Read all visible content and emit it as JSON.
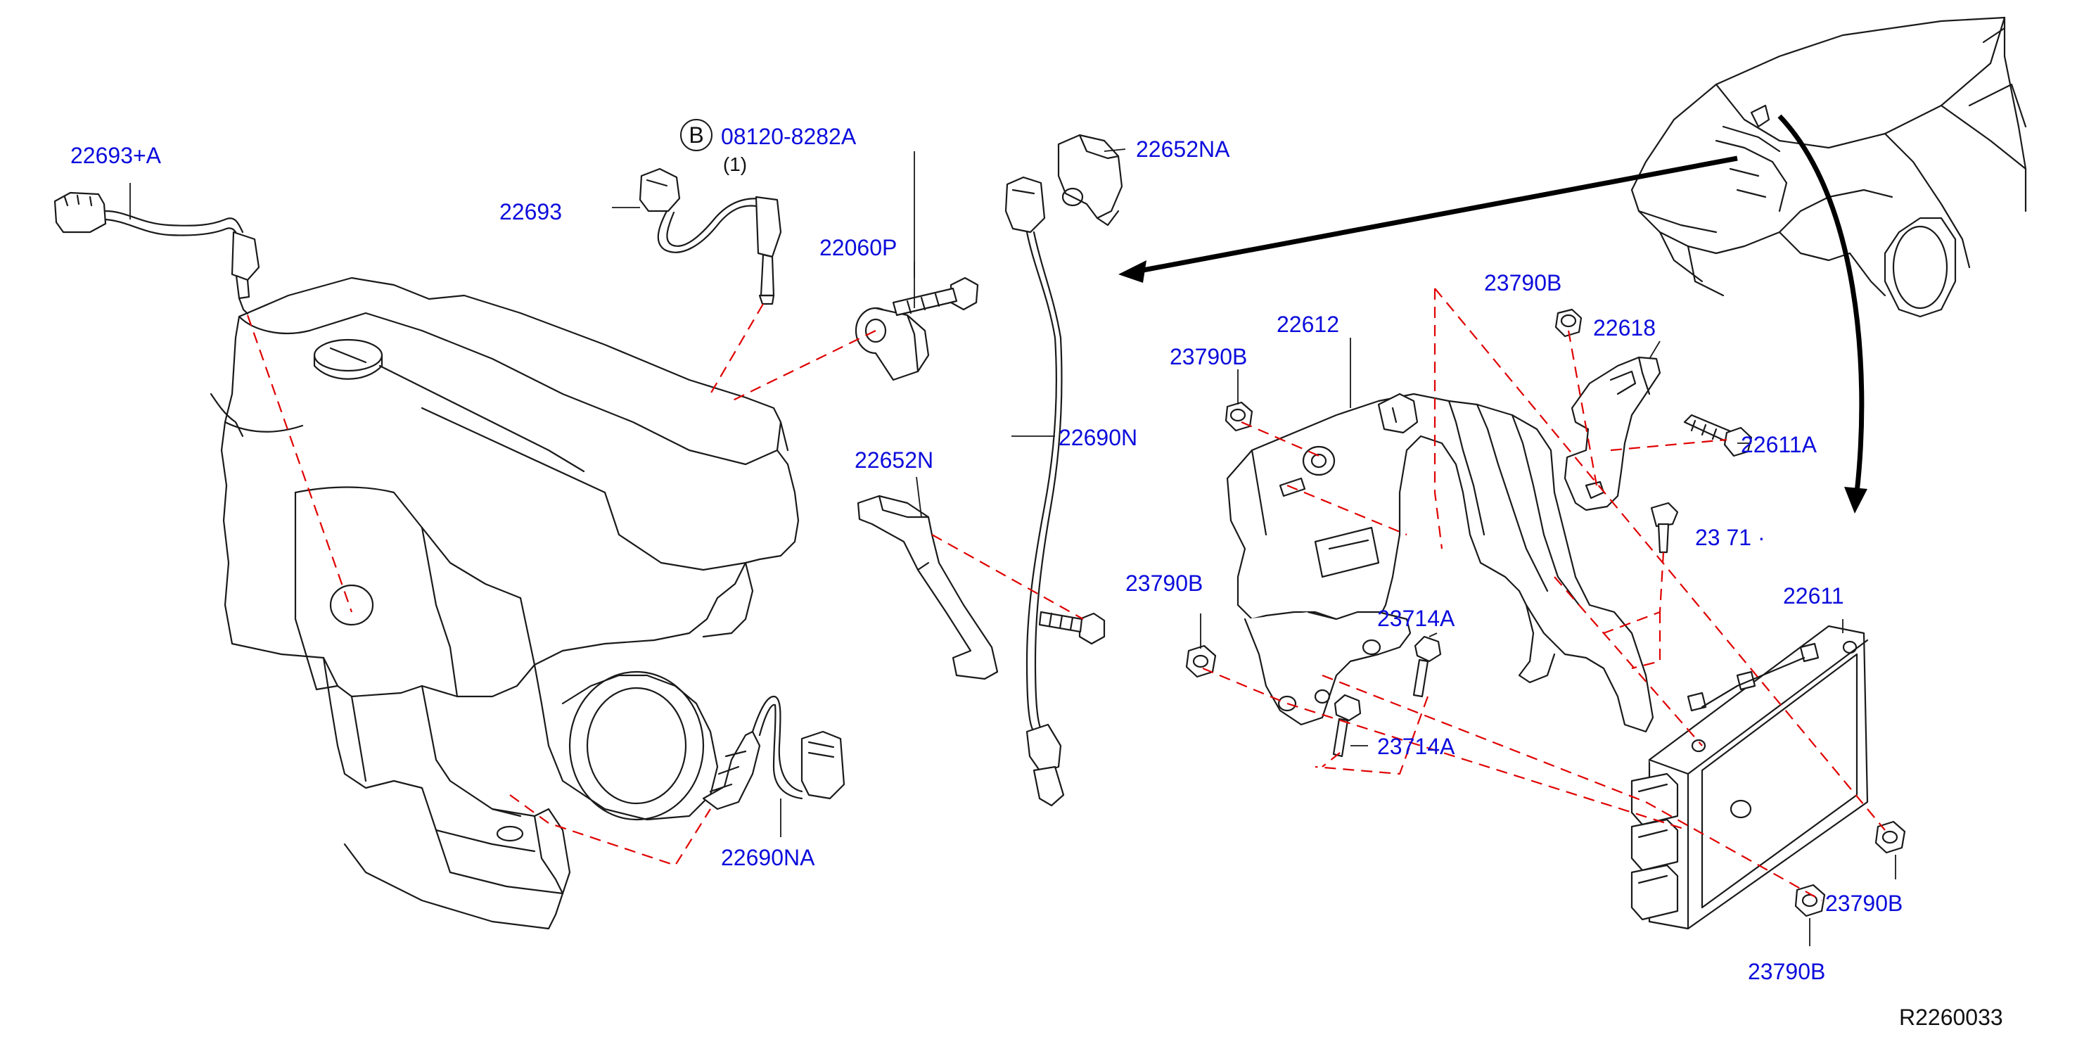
{
  "colors": {
    "label": "#0c0cdc",
    "line": "#1a1a1a",
    "hidden_line": "#e00000",
    "background": "#ffffff"
  },
  "parts": {
    "p22693A": "22693+A",
    "p22693": "22693",
    "p08120": "08120-8282A",
    "callout_b": "B",
    "qty_1": "(1)",
    "p22060P": "22060P",
    "p22652NA": "22652NA",
    "p22690N": "22690N",
    "p22652N": "22652N",
    "p22690NA": "22690NA",
    "p22612": "22612",
    "p23790B_top": "23790B",
    "p22618": "22618",
    "p23790B_left1": "23790B",
    "p22611A": "22611A",
    "p2371x": "23 71 ·",
    "p23790B_left2": "23790B",
    "p23714A_1": "23714A",
    "p22611": "22611",
    "p23714A_2": "23714A",
    "p23790B_r1": "23790B",
    "p23790B_r2": "23790B"
  },
  "diagram_id": "R2260033"
}
